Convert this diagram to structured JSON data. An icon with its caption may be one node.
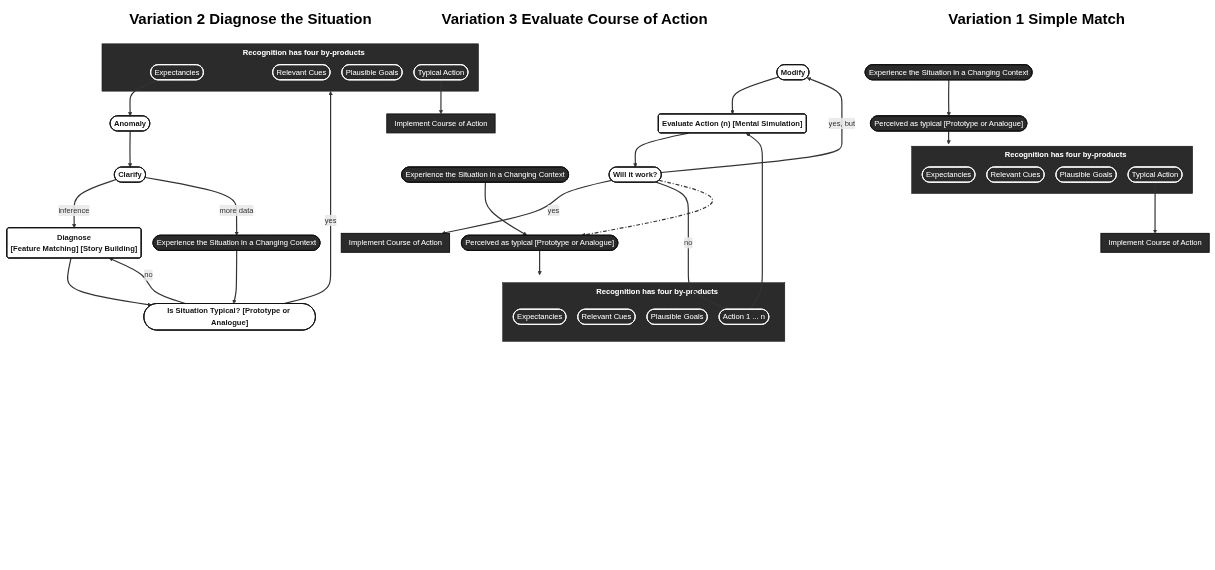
{
  "diagram": {
    "nodes": [
      {
        "text": [
          "Experience the Situation in a Changing Context"
        ]
      },
      {
        "text": [
          "Perceived as typical [Prototype or Analogue]"
        ]
      },
      {
        "text": [
          "Recognition has four by-products"
        ]
      },
      {
        "text": [
          "Expectancies"
        ],
        "in": 2
      },
      {
        "text": [
          "Relevant Cues"
        ],
        "in": 2
      },
      {
        "text": [
          "Plausible Goals"
        ],
        "in": 2
      },
      {
        "text": [
          "Typical Action"
        ],
        "in": 2
      },
      {
        "text": [
          "Implement Course of Action"
        ]
      },
      {
        "text": [
          "Experience the Situation in a Changing Context"
        ]
      },
      {
        "text": [
          "Diagnose",
          "[Feature Matching] [Story Building]"
        ]
      },
      {
        "text": [
          "Is Situation Typical? [Prototype or Analogue]"
        ]
      },
      {
        "text": [
          "Clarify"
        ]
      },
      {
        "text": [
          "Anomaly"
        ]
      },
      {
        "text": [
          "Recognition has four by-products"
        ]
      },
      {
        "text": [
          "Expectancies"
        ],
        "in": 13
      },
      {
        "text": [
          "Relevant Cues"
        ],
        "in": 13
      },
      {
        "text": [
          "Plausible Goals"
        ],
        "in": 13
      },
      {
        "text": [
          "Typical Action"
        ],
        "in": 13
      },
      {
        "text": [
          "Implement Course of Action"
        ]
      },
      {
        "text": [
          "Experience the Situation in a Changing Context"
        ]
      },
      {
        "text": [
          "Perceived as typical [Prototype or Analogue]"
        ]
      },
      {
        "text": [
          "Recognition has four by-products"
        ]
      },
      {
        "text": [
          "Expectancies"
        ],
        "in": 21
      },
      {
        "text": [
          "Relevant Cues"
        ],
        "in": 21
      },
      {
        "text": [
          "Plausible Goals"
        ],
        "in": 21
      },
      {
        "text": [
          "Action 1 ... n"
        ],
        "in": 21
      },
      {
        "text": [
          "Evaluate Action (n) [Mental Simulation]"
        ]
      },
      {
        "text": [
          "Will it work?"
        ]
      },
      {
        "text": [
          "Modify"
        ]
      },
      {
        "text": [
          "Implement Course of Action"
        ]
      }
    ],
    "edges": [
      {
        "from": 0,
        "to": 1,
        "arrow": "to"
      },
      {
        "from": 1,
        "to": 2,
        "arrow": "to"
      },
      {
        "from": 6,
        "to": 7,
        "arrow": "to"
      },
      {
        "from": 8,
        "to": 10,
        "arrow": "to"
      },
      {
        "from": 10,
        "to": 9,
        "label": "no",
        "arrow": "to"
      },
      {
        "from": 9,
        "to": 10,
        "arrow": "to"
      },
      {
        "from": 10,
        "to": 13,
        "label": "yes",
        "arrow": "to"
      },
      {
        "from": 14,
        "to": 12,
        "arrow": "to"
      },
      {
        "from": 12,
        "to": 11,
        "arrow": "to"
      },
      {
        "from": 11,
        "to": 9,
        "label": "inference",
        "arrow": "to"
      },
      {
        "from": 11,
        "to": 8,
        "label": "more data",
        "arrow": "to"
      },
      {
        "from": 17,
        "to": 18,
        "arrow": "to"
      },
      {
        "from": 19,
        "to": 20,
        "arrow": "to"
      },
      {
        "from": 20,
        "to": 21,
        "arrow": "to"
      },
      {
        "from": 25,
        "to": 26,
        "arrow": "to"
      },
      {
        "from": 26,
        "to": 27,
        "arrow": "to"
      },
      {
        "from": 27,
        "to": 28,
        "label": "yes, but",
        "arrow": "to"
      },
      {
        "from": 28,
        "to": 26,
        "arrow": "to"
      },
      {
        "from": 27,
        "to": 29,
        "label": "yes",
        "arrow": "to"
      },
      {
        "from": 27,
        "to": 25,
        "label": "no",
        "arrow": "to"
      },
      {
        "from": 27,
        "to": 20,
        "arrow": "to",
        "style": "dashed"
      }
    ],
    "labels": [
      "Variation 1 Simple Match",
      "Variation 2 Diagnose the Situation",
      "Variation 3 Evaluate Course of Action"
    ]
  }
}
